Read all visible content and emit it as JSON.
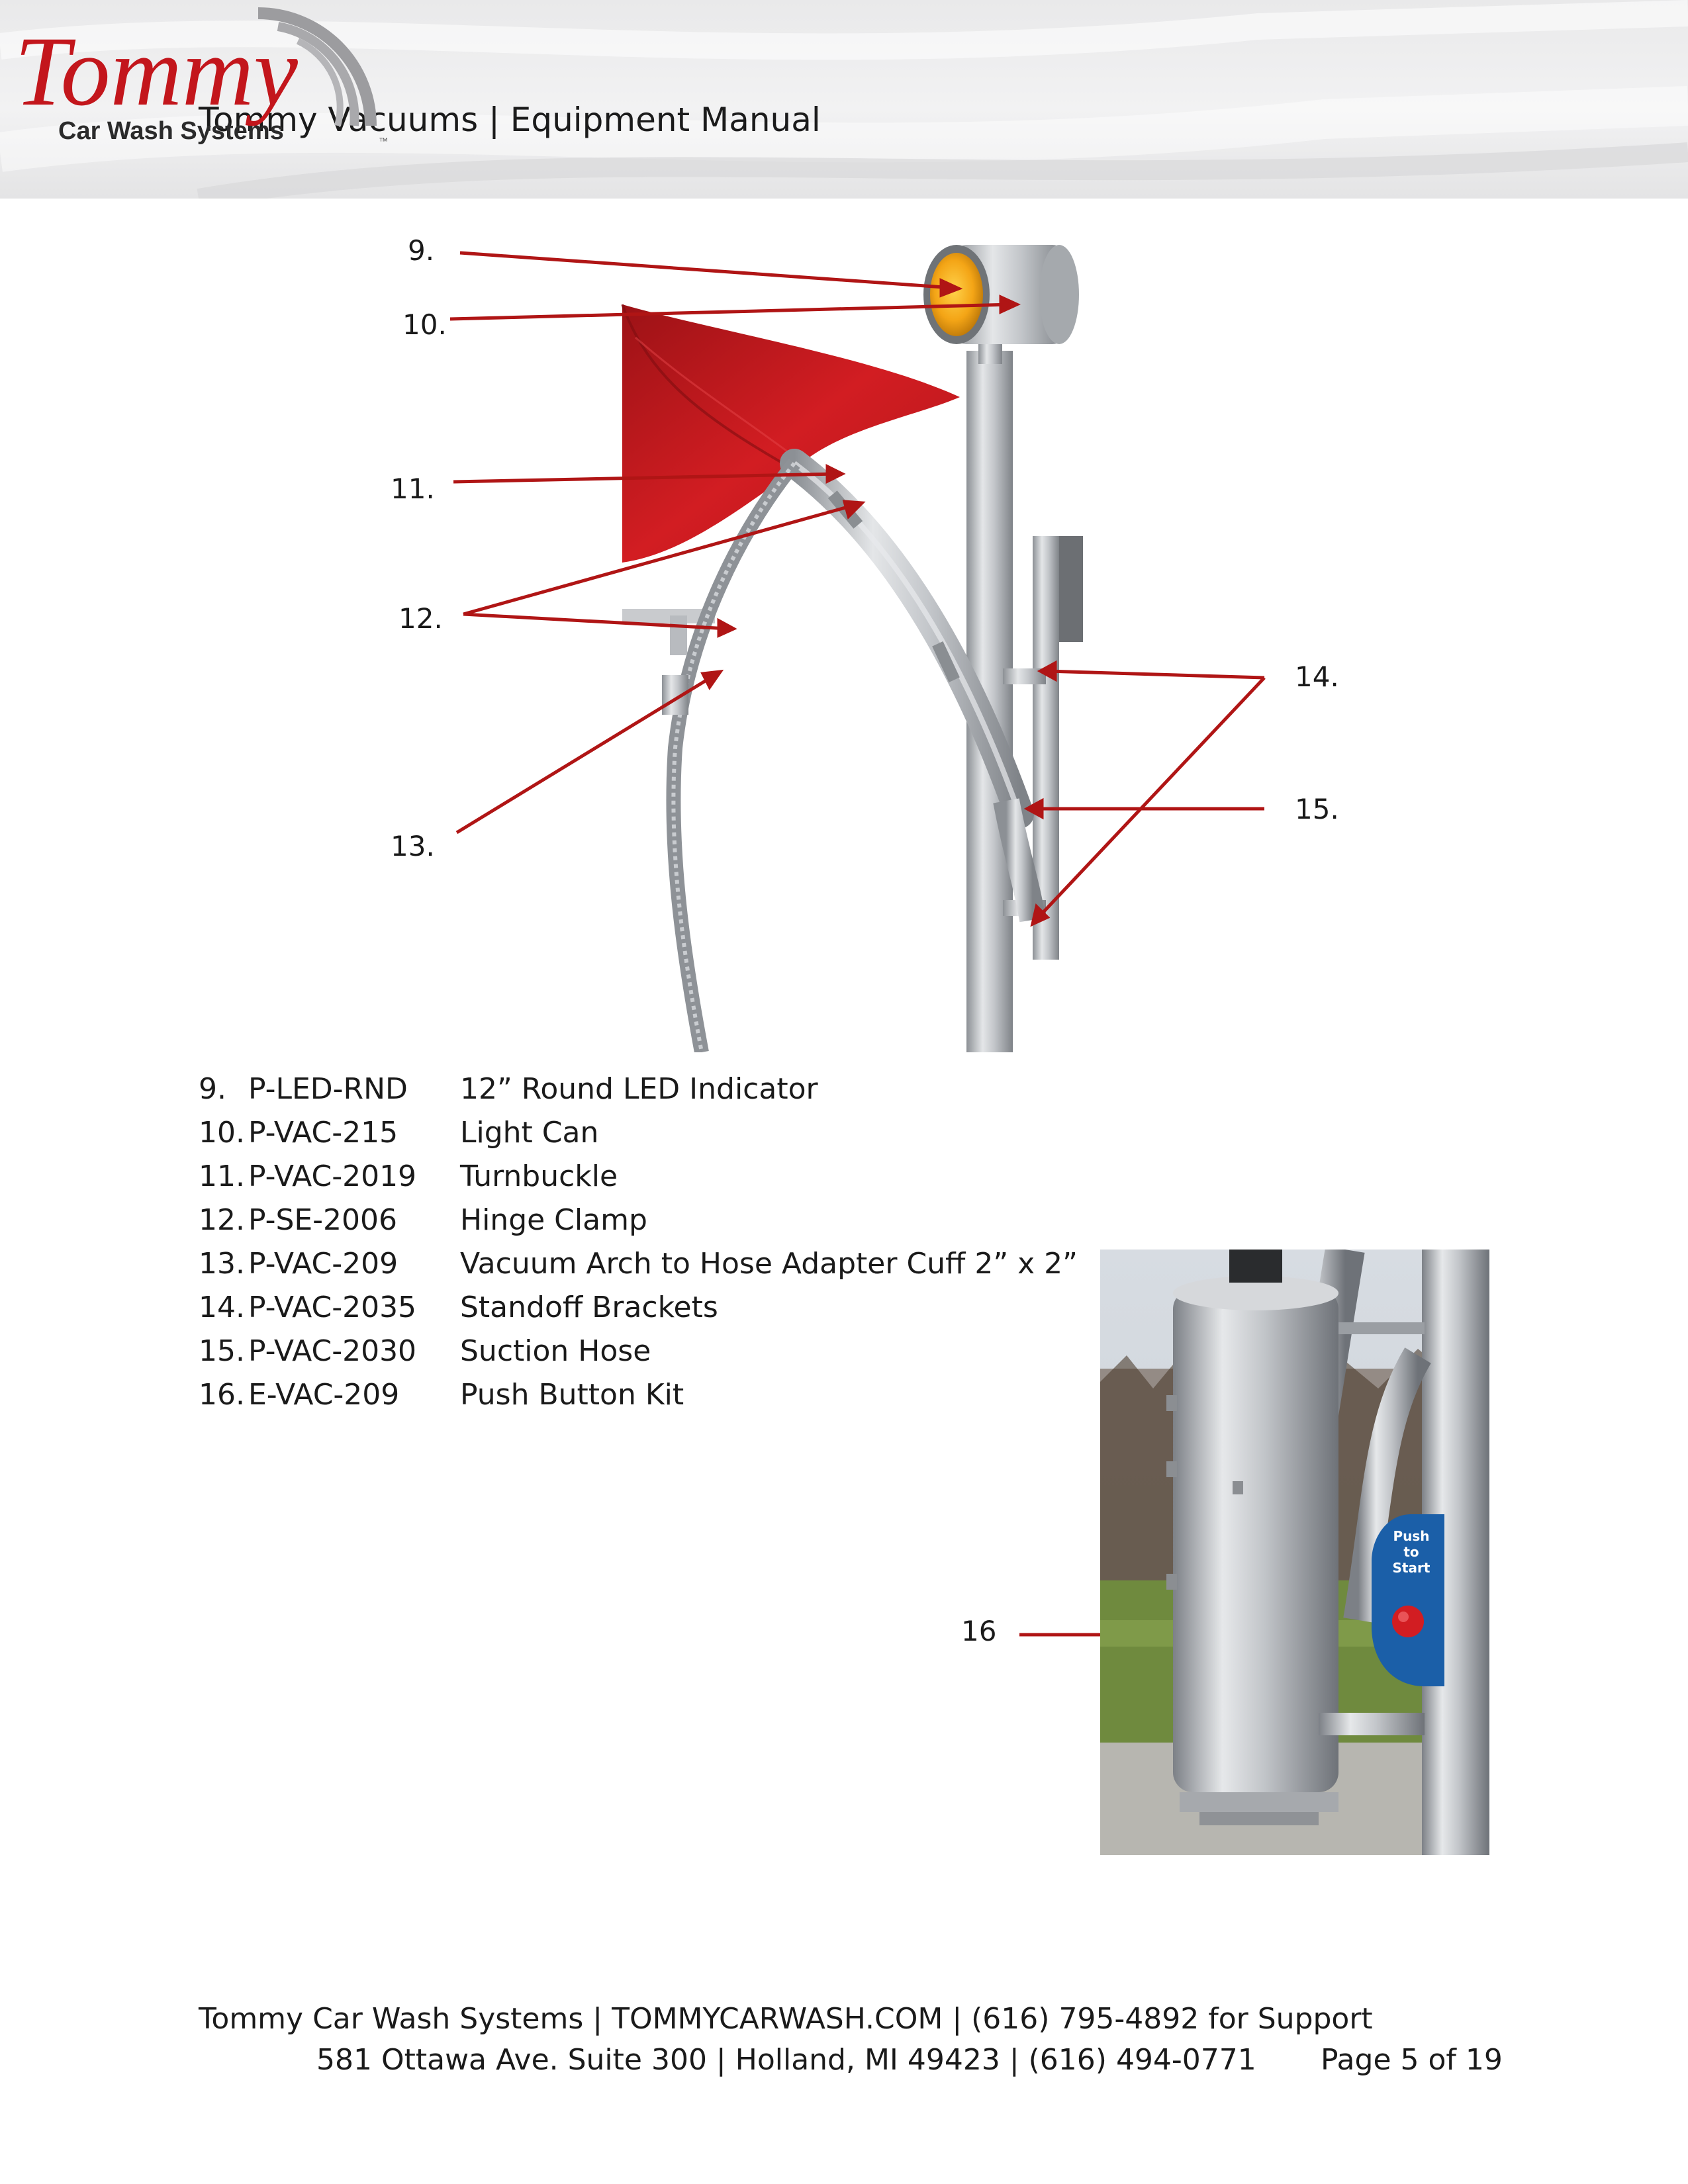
{
  "header": {
    "title": "Tommy Vacuums | Equipment Manual",
    "logo_text": "Tommy",
    "logo_subtext": "Car Wash Systems",
    "logo_mark": "™"
  },
  "figure1": {
    "callouts": [
      "9.",
      "10.",
      "11.",
      "12.",
      "13.",
      "14.",
      "15."
    ]
  },
  "parts": [
    {
      "num": "9.",
      "code": "P-LED-RND",
      "desc": "12” Round LED Indicator"
    },
    {
      "num": "10.",
      "code": "P-VAC-215",
      "desc": "Light Can"
    },
    {
      "num": "11.",
      "code": "P-VAC-2019",
      "desc": "Turnbuckle"
    },
    {
      "num": "12.",
      "code": "P-SE-2006",
      "desc": "Hinge Clamp"
    },
    {
      "num": "13.",
      "code": "P-VAC-209",
      "desc": "Vacuum Arch to Hose Adapter Cuff 2” x 2”"
    },
    {
      "num": "14.",
      "code": "P-VAC-2035",
      "desc": "Standoff Brackets"
    },
    {
      "num": "15.",
      "code": "P-VAC-2030",
      "desc": "Suction Hose"
    },
    {
      "num": "16.",
      "code": "E-VAC-209",
      "desc": "Push Button Kit"
    }
  ],
  "figure2": {
    "callout": "16",
    "button_label": [
      "Push",
      "to",
      "Start"
    ]
  },
  "footer": {
    "line1": "Tommy Car Wash Systems | TOMMYCARWASH.COM | (616) 795-4892 for Support",
    "line2": "581 Ottawa Ave. Suite 300 | Holland, MI 49423 | (616) 494-0771",
    "page": "Page 5 of 19"
  },
  "colors": {
    "accent_red": "#c3161c",
    "arrow_red": "#b01515",
    "steel": "#b9bcc0"
  }
}
